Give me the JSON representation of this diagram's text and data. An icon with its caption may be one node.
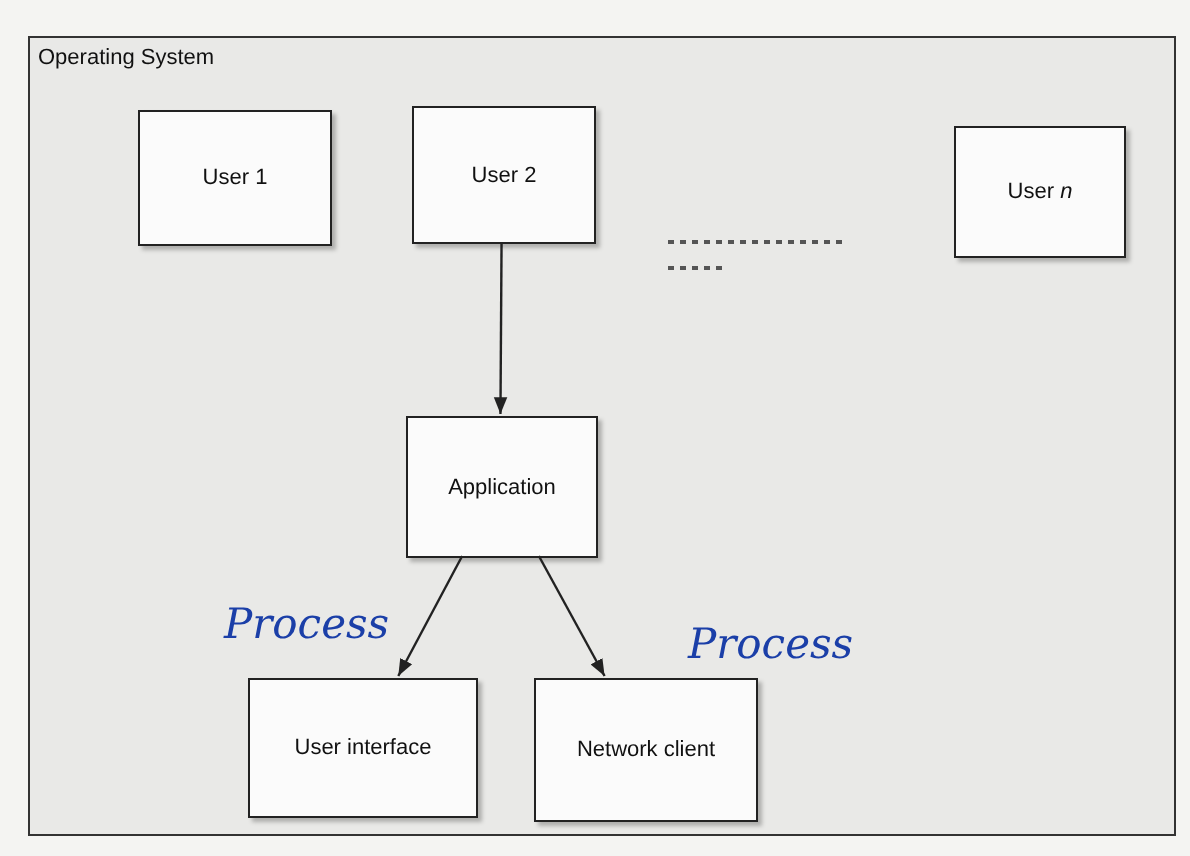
{
  "diagram": {
    "nodes": [
      {
        "text": [
          "Operating System"
        ]
      },
      {
        "text": [
          "User 1"
        ],
        "in": 0
      },
      {
        "text": [
          "User 2"
        ],
        "in": 0
      },
      {
        "text": [
          "User *n*"
        ],
        "in": 0
      },
      {
        "text": [
          "Application"
        ],
        "in": 0
      },
      {
        "text": [
          "User interface"
        ],
        "in": 0
      },
      {
        "text": [
          "Network client"
        ],
        "in": 0
      }
    ],
    "edges": [
      {
        "from": 2,
        "to": 4,
        "arrow": "to"
      },
      {
        "from": 4,
        "to": 5,
        "arrow": "to"
      },
      {
        "from": 4,
        "to": 6,
        "arrow": "to"
      }
    ],
    "labels": [
      "Process",
      "Process"
    ]
  }
}
